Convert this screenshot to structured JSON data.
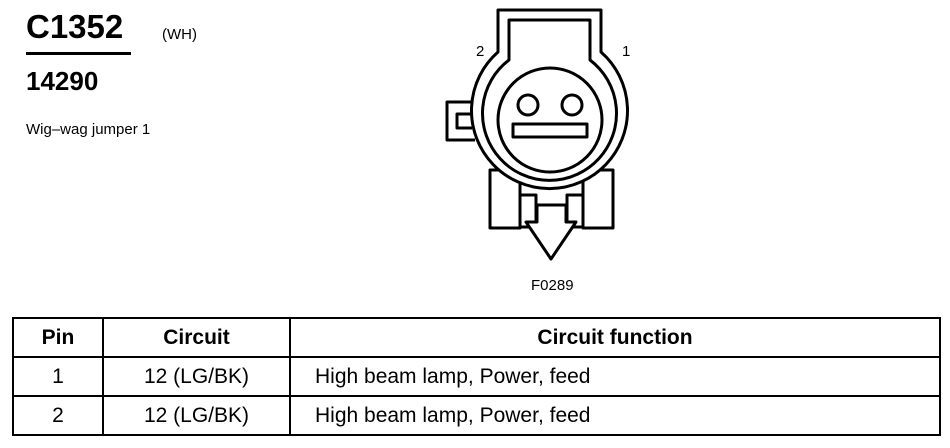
{
  "connector": {
    "id": "C1352",
    "color_code": "(WH)",
    "part_number": "14290",
    "description": "Wig–wag jumper 1"
  },
  "diagram": {
    "pin_labels": [
      "2",
      "1"
    ],
    "figure_code": "F0289"
  },
  "table": {
    "headers": [
      "Pin",
      "Circuit",
      "Circuit function"
    ],
    "rows": [
      {
        "pin": "1",
        "circuit": "12 (LG/BK)",
        "function": "High beam lamp, Power, feed"
      },
      {
        "pin": "2",
        "circuit": "12 (LG/BK)",
        "function": "High beam lamp, Power, feed"
      }
    ]
  }
}
